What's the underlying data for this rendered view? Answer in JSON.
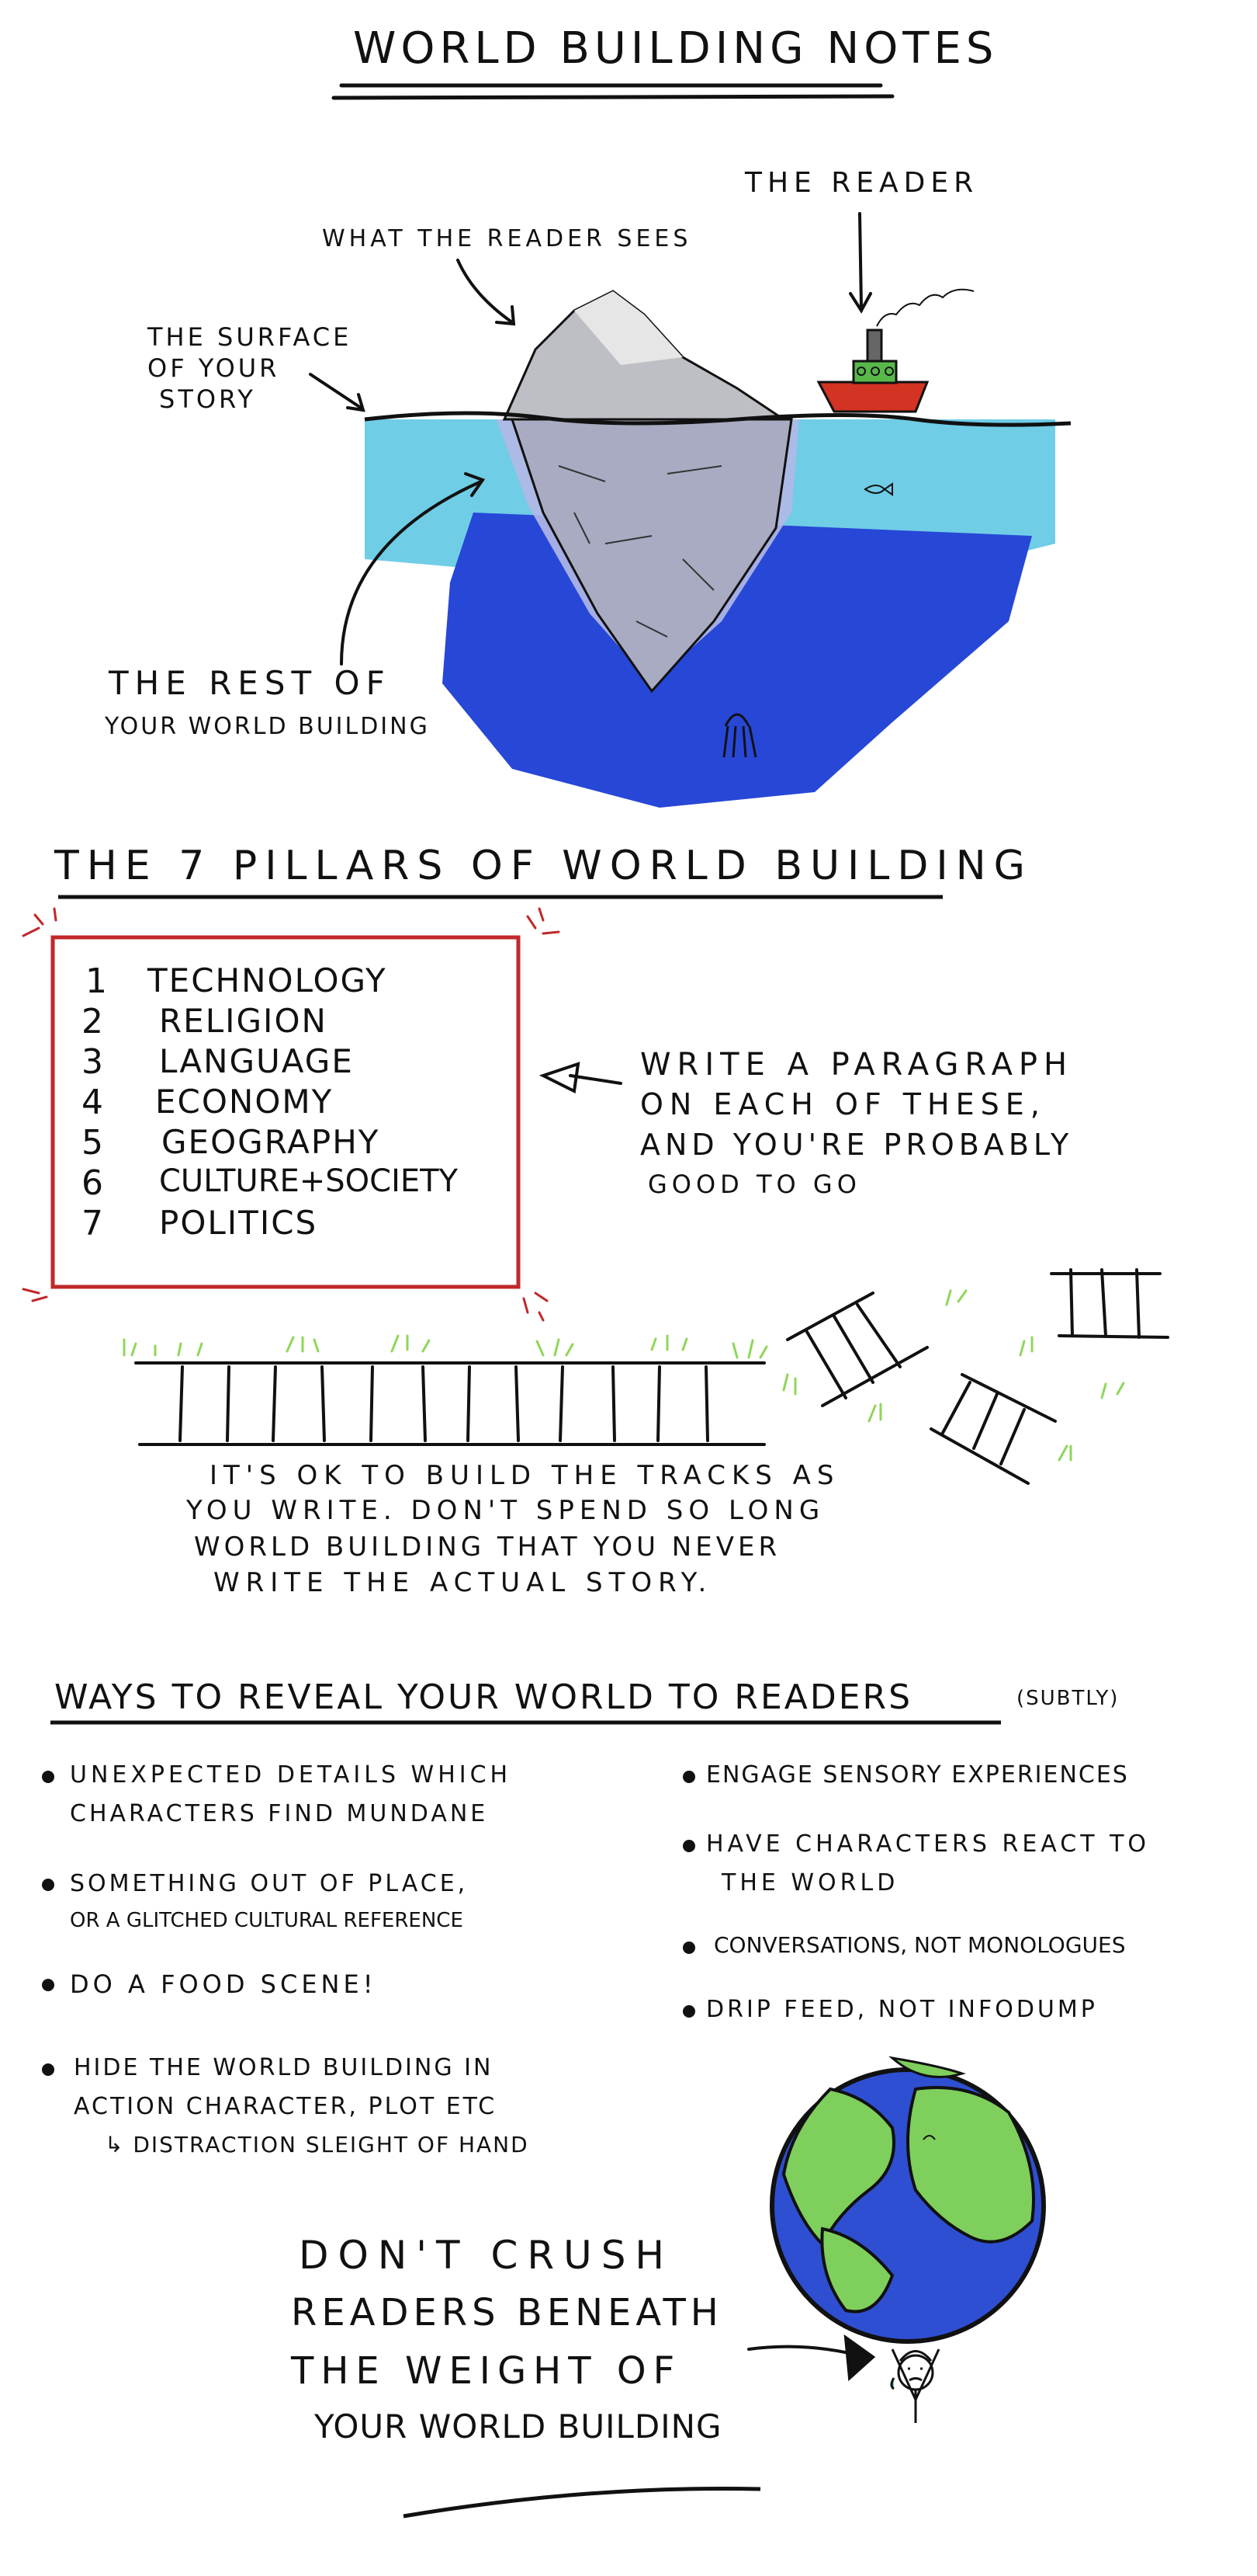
{
  "title": "WORLD BUILDING NOTES",
  "iceberg": {
    "reader_label": "THE READER",
    "sees_label": "WHAT THE READER SEES",
    "surface_label": [
      "THE SURFACE",
      "OF YOUR",
      "STORY"
    ],
    "rest_label": [
      "THE REST OF",
      "YOUR WORLD BUILDING"
    ]
  },
  "pillars": {
    "heading": "THE 7 PILLARS OF WORLD BUILDING",
    "items": [
      {
        "num": "1",
        "label": "TECHNOLOGY"
      },
      {
        "num": "2",
        "label": "RELIGION"
      },
      {
        "num": "3",
        "label": "LANGUAGE"
      },
      {
        "num": "4",
        "label": "ECONOMY"
      },
      {
        "num": "5",
        "label": "GEOGRAPHY"
      },
      {
        "num": "6",
        "label": "CULTURE+SOCIETY"
      },
      {
        "num": "7",
        "label": "POLITICS"
      }
    ],
    "note": [
      "WRITE A PARAGRAPH",
      "ON EACH OF THESE,",
      "AND YOU'RE PROBABLY",
      "GOOD TO GO"
    ]
  },
  "tracks": {
    "note": [
      "IT'S OK TO BUILD THE TRACKS AS",
      "YOU WRITE. DON'T SPEND SO LONG",
      "WORLD BUILDING THAT YOU NEVER",
      "WRITE THE ACTUAL STORY."
    ]
  },
  "reveal": {
    "heading": "WAYS TO REVEAL YOUR WORLD TO READERS",
    "heading_note": "(SUBTLY)",
    "left": [
      [
        "UNEXPECTED DETAILS WHICH",
        "CHARACTERS FIND MUNDANE"
      ],
      [
        "SOMETHING OUT OF PLACE,",
        "OR A GLITCHED CULTURAL REFERENCE"
      ],
      [
        "DO A FOOD SCENE!"
      ],
      [
        "HIDE THE WORLD BUILDING IN",
        "ACTION CHARACTER, PLOT ETC",
        "↳ DISTRACTION SLEIGHT OF HAND"
      ]
    ],
    "right": [
      [
        "ENGAGE SENSORY EXPERIENCES"
      ],
      [
        "HAVE CHARACTERS REACT TO",
        "THE WORLD"
      ],
      [
        "CONVERSATIONS, NOT MONOLOGUES"
      ],
      [
        "DRIP FEED, NOT INFODUMP"
      ]
    ]
  },
  "closing": [
    "DON'T CRUSH",
    "READERS BENEATH",
    "THE WEIGHT OF",
    "YOUR WORLD BUILDING"
  ],
  "colors": {
    "ink": "#111111",
    "ice": "#bdbfc4",
    "ice_under": "#b3b8e6",
    "shallow": "#6fcde6",
    "deep": "#2747d6",
    "boat": "#d23322",
    "box": "#c0282a",
    "grass": "#8fd65a",
    "land": "#7fcf5c",
    "ocean": "#2f4fd2"
  }
}
